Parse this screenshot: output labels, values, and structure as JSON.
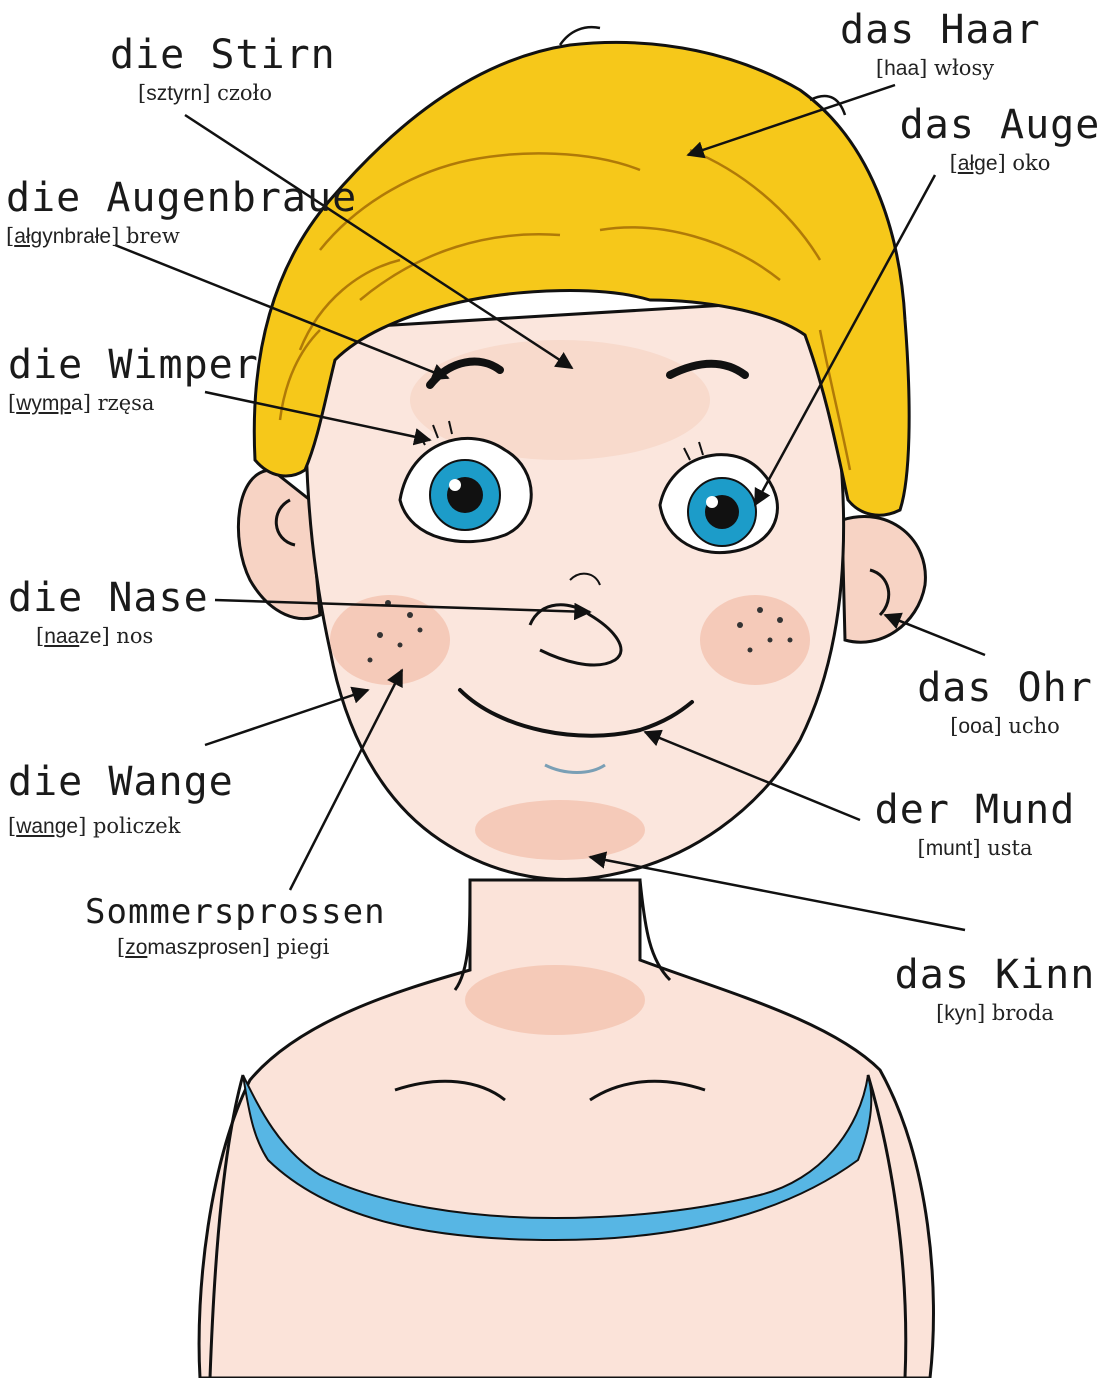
{
  "labels": {
    "stirn": {
      "word": "die Stirn",
      "pron_pre": "[",
      "pron_u": "",
      "pron_rest": "sztyrn",
      "pron_post": "] czoło"
    },
    "haar": {
      "word": "das Haar",
      "pron_pre": "[",
      "pron_u": "",
      "pron_rest": "haa",
      "pron_post": "] włosy"
    },
    "auge": {
      "word": "das Auge",
      "pron_pre": "[",
      "pron_u": "ałg",
      "pron_rest": "e",
      "pron_post": "] oko"
    },
    "augenbraue": {
      "word": "die Augenbraue",
      "pron_pre": "[",
      "pron_u": "ałg",
      "pron_rest": "ynbrałe",
      "pron_post": "] brew"
    },
    "wimper": {
      "word": "die Wimper",
      "pron_pre": "[",
      "pron_u": "wymp",
      "pron_rest": "a",
      "pron_post": "] rzęsa"
    },
    "nase": {
      "word": "die Nase",
      "pron_pre": "[",
      "pron_u": "naa",
      "pron_rest": "ze",
      "pron_post": "] nos"
    },
    "ohr": {
      "word": "das Ohr",
      "pron_pre": "[",
      "pron_u": "",
      "pron_rest": "ooa",
      "pron_post": "] ucho"
    },
    "wange": {
      "word": "die Wange",
      "pron_pre": "[",
      "pron_u": "wang",
      "pron_rest": "e",
      "pron_post": "] policzek"
    },
    "mund": {
      "word": "der Mund",
      "pron_pre": "[",
      "pron_u": "",
      "pron_rest": "munt",
      "pron_post": "] usta"
    },
    "sommersprossen": {
      "word": "Sommersprossen",
      "pron_pre": "[",
      "pron_u": "zo",
      "pron_rest": "maszprosen",
      "pron_post": "] piegi"
    },
    "kinn": {
      "word": "das Kinn",
      "pron_pre": "[",
      "pron_u": "",
      "pron_rest": "kyn",
      "pron_post": "] broda"
    }
  },
  "colors": {
    "hair": "#f6c81a",
    "hair_dark": "#e8a70d",
    "skin": "#f7d3c4",
    "skin_shadow": "#eea98f",
    "eye": "#1c9cc9",
    "shirt": "#57b6e4",
    "line": "#111111"
  }
}
